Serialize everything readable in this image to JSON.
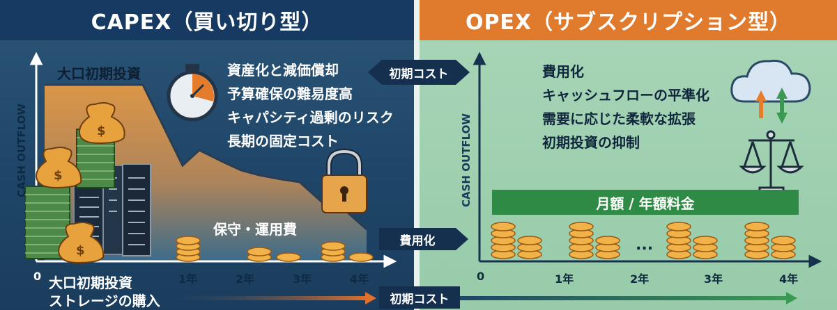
{
  "header": {
    "capex_title": "CAPEX（買い切り型）",
    "opex_title": "OPEX（サブスクリプション型）"
  },
  "capex": {
    "axis_y_label": "CASH OUTFLOW",
    "origin": "0",
    "x_ticks": [
      "1年",
      "2年",
      "3年",
      "4年"
    ],
    "big_investment_label": "大口初期投資",
    "points": [
      "資産化と減価償却",
      "予算確保の難易度高",
      "キャパシティ過剰のリスク",
      "長期の固定コスト"
    ],
    "maintenance_label": "保守・運用費",
    "bottom_label_line1": "大口初期投資",
    "bottom_label_line2": "ストレージの購入"
  },
  "opex": {
    "axis_y_label": "CASH OUTFLOW",
    "origin": "0",
    "x_ticks": [
      "1年",
      "2年",
      "3年",
      "4年"
    ],
    "points": [
      "費用化",
      "キャッシュフローの平準化",
      "需要に応じた柔軟な拡張",
      "初期投資の抑制"
    ],
    "bar_label": "月額 / 年額料金",
    "ellipsis": "..."
  },
  "center_tags": {
    "initial_cost_top": "初期コスト",
    "expensing": "費用化",
    "initial_cost_bottom": "初期コスト"
  },
  "icons": {
    "stopwatch": "stopwatch-icon",
    "padlock": "padlock-icon",
    "money_bag": "money-bag-icon",
    "server": "server-rack-icon",
    "coins": "coin-stack-icon",
    "cloud": "cloud-sync-icon",
    "scale": "balance-scale-icon"
  },
  "colors": {
    "capex_header": "#173a63",
    "opex_header": "#e07a2c",
    "opex_bar": "#2f8a45",
    "coin": "#e8a33a"
  }
}
